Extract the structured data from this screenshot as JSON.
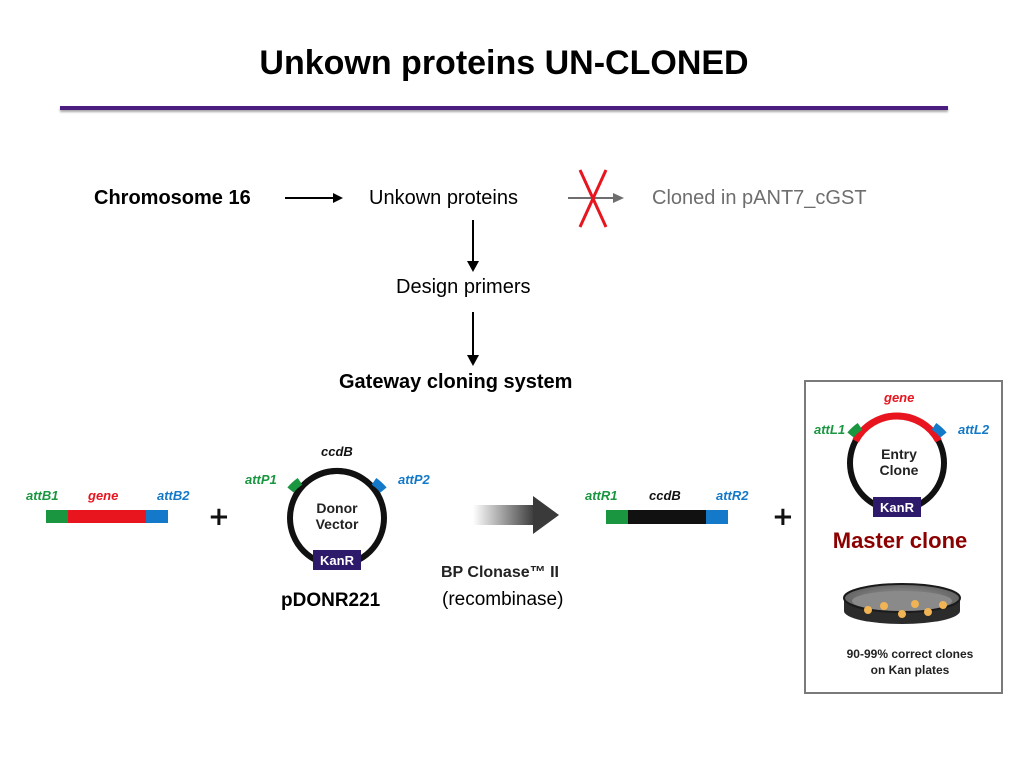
{
  "title": "Unkown proteins UN-CLONED",
  "flow": {
    "chromosome": "Chromosome 16",
    "unknown_proteins": "Unkown proteins",
    "cloned": "Cloned in pANT7_cGST",
    "design_primers": "Design primers",
    "gateway": "Gateway cloning system"
  },
  "diagram": {
    "attB1": "attB1",
    "gene": "gene",
    "attB2": "attB2",
    "plus": "+",
    "ccdB": "ccdB",
    "attP1": "attP1",
    "attP2": "attP2",
    "donor_line1": "Donor",
    "donor_line2": "Vector",
    "kanR": "KanR",
    "pdonr": "pDONR221",
    "bp_clonase": "BP Clonase™ II",
    "recombinase": "(recombinase)",
    "attR1": "attR1",
    "attR2": "attR2"
  },
  "master": {
    "gene": "gene",
    "attL1": "attL1",
    "attL2": "attL2",
    "entry_line1": "Entry",
    "entry_line2": "Clone",
    "kanR": "KanR",
    "label": "Master clone",
    "note_line1": "90-99% correct clones",
    "note_line2": "on Kan plates"
  },
  "colors": {
    "accent_rule": "#4b1d7e",
    "gene_red": "#e8141e",
    "attB_green": "#1a9640",
    "attB_blue": "#1479c8",
    "kan_purple": "#2e1a6b",
    "master_red": "#8b0000",
    "cross_red": "#e8141e"
  }
}
